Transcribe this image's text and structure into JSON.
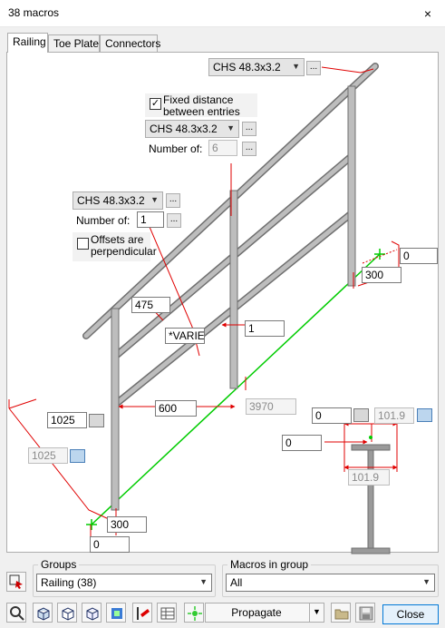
{
  "window": {
    "title": "38 macros",
    "close_glyph": "×"
  },
  "tabs": [
    {
      "label": "Railing",
      "active": true
    },
    {
      "label": "Toe Plate",
      "active": false
    },
    {
      "label": "Connectors",
      "active": false
    }
  ],
  "top_rail": {
    "profile": "CHS 48.3x3.2",
    "dots": "..."
  },
  "middle": {
    "fixed_label": "Fixed distance between entries",
    "fixed_label_l1": "Fixed distance",
    "fixed_label_l2": "between entries",
    "fixed_checked": true,
    "profile": "CHS 48.3x3.2",
    "number_label": "Number of:",
    "number_value": "6",
    "dots": "..."
  },
  "post": {
    "profile": "CHS 48.3x3.2",
    "number_label": "Number of:",
    "number_value": "1",
    "offsets_label_l1": "Offsets are",
    "offsets_label_l2": "perpendicular",
    "offsets_checked": false,
    "dots": "..."
  },
  "dimensions": {
    "top_right_offset": "0",
    "top_right_300": "300",
    "d475": "475",
    "varies": "*VARIES",
    "d1": "1",
    "d600": "600",
    "d3970": "3970",
    "d1025_left": "1025",
    "d1025_left_dis": "1025",
    "bottom_300": "300",
    "bottom_0": "0",
    "beam_0_top": "0",
    "beam_101_9_top": "101.9",
    "beam_0_mid": "0",
    "beam_101_9_bottom": "101.9"
  },
  "groups": {
    "title": "Groups",
    "value": "Railing (38)"
  },
  "macros": {
    "title": "Macros in group",
    "value": "All"
  },
  "toolbar": {
    "propagate_label": "Propagate",
    "close_label": "Close"
  },
  "colors": {
    "member": "#a6a6a6",
    "member_edge": "#6f6f6f",
    "dimension": "#e00000",
    "grid_line": "#00cc00",
    "accent": "#0078d7"
  }
}
